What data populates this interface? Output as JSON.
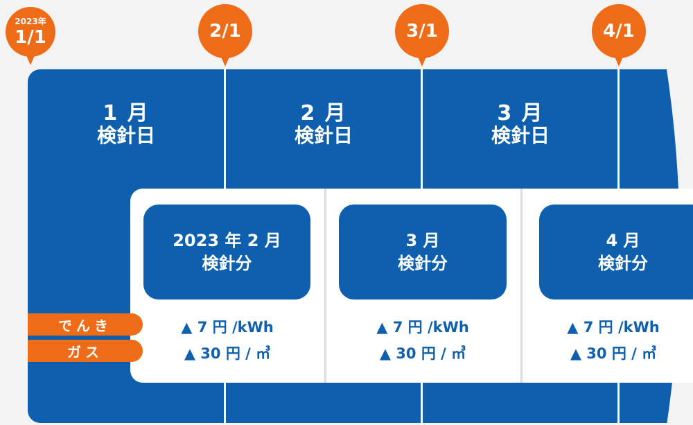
{
  "markers": [
    {
      "year": "2023年",
      "date": "1/1"
    },
    {
      "year": "",
      "date": "2/1"
    },
    {
      "year": "",
      "date": "3/1"
    },
    {
      "year": "",
      "date": "4/1"
    }
  ],
  "reading_days": [
    {
      "month": "1 月",
      "label": "検針日"
    },
    {
      "month": "2 月",
      "label": "検針日"
    },
    {
      "month": "3 月",
      "label": "検針日"
    }
  ],
  "billing": [
    {
      "title": "2023 年 2 月",
      "label": "検針分",
      "electric": "▲ 7 円 /kWh",
      "gas": "▲ 30 円 / ㎥"
    },
    {
      "title": "3 月",
      "label": "検針分",
      "electric": "▲ 7 円 /kWh",
      "gas": "▲ 30 円 / ㎥"
    },
    {
      "title": "4 月",
      "label": "検針分",
      "electric": "▲ 7 円 /kWh",
      "gas": "▲ 30 円 / ㎥"
    }
  ],
  "tags": {
    "electric": "でんき",
    "gas": "ガス"
  },
  "colors": {
    "blue": "#0e5fae",
    "orange": "#ee6c17",
    "white": "#ffffff"
  }
}
